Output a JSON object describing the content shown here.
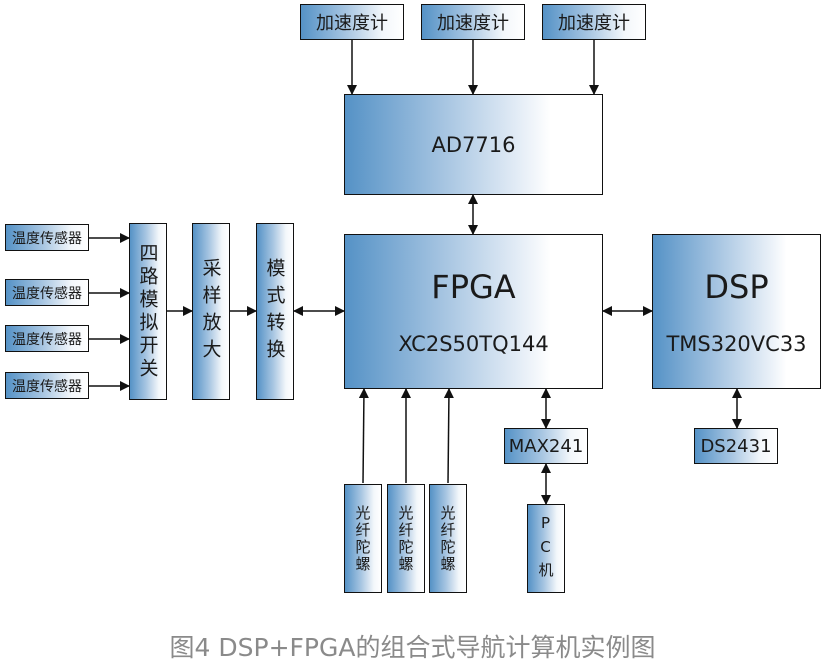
{
  "accelerometers": [
    "加速度计",
    "加速度计",
    "加速度计"
  ],
  "adc": "AD7716",
  "temp_sensors": [
    "温度传感器",
    "温度传感器",
    "温度传感器",
    "温度传感器"
  ],
  "analog_switch": "四路模拟开关",
  "sample_amp": "采样放大",
  "mode_convert": "模式转换",
  "fpga": {
    "title": "FPGA",
    "model": "XC2S50TQ144"
  },
  "dsp": {
    "title": "DSP",
    "model": "TMS320VC33"
  },
  "max241": "MAX241",
  "ds2431": "DS2431",
  "gyros": [
    "光纤陀螺",
    "光纤陀螺",
    "光纤陀螺"
  ],
  "pc": "PC机",
  "caption": "图4 DSP+FPGA的组合式导航计算机实例图",
  "colors": {
    "gradient_start": "#5592c6",
    "gradient_end": "#ffffff",
    "line": "#111111",
    "caption": "#8a8a8a"
  }
}
